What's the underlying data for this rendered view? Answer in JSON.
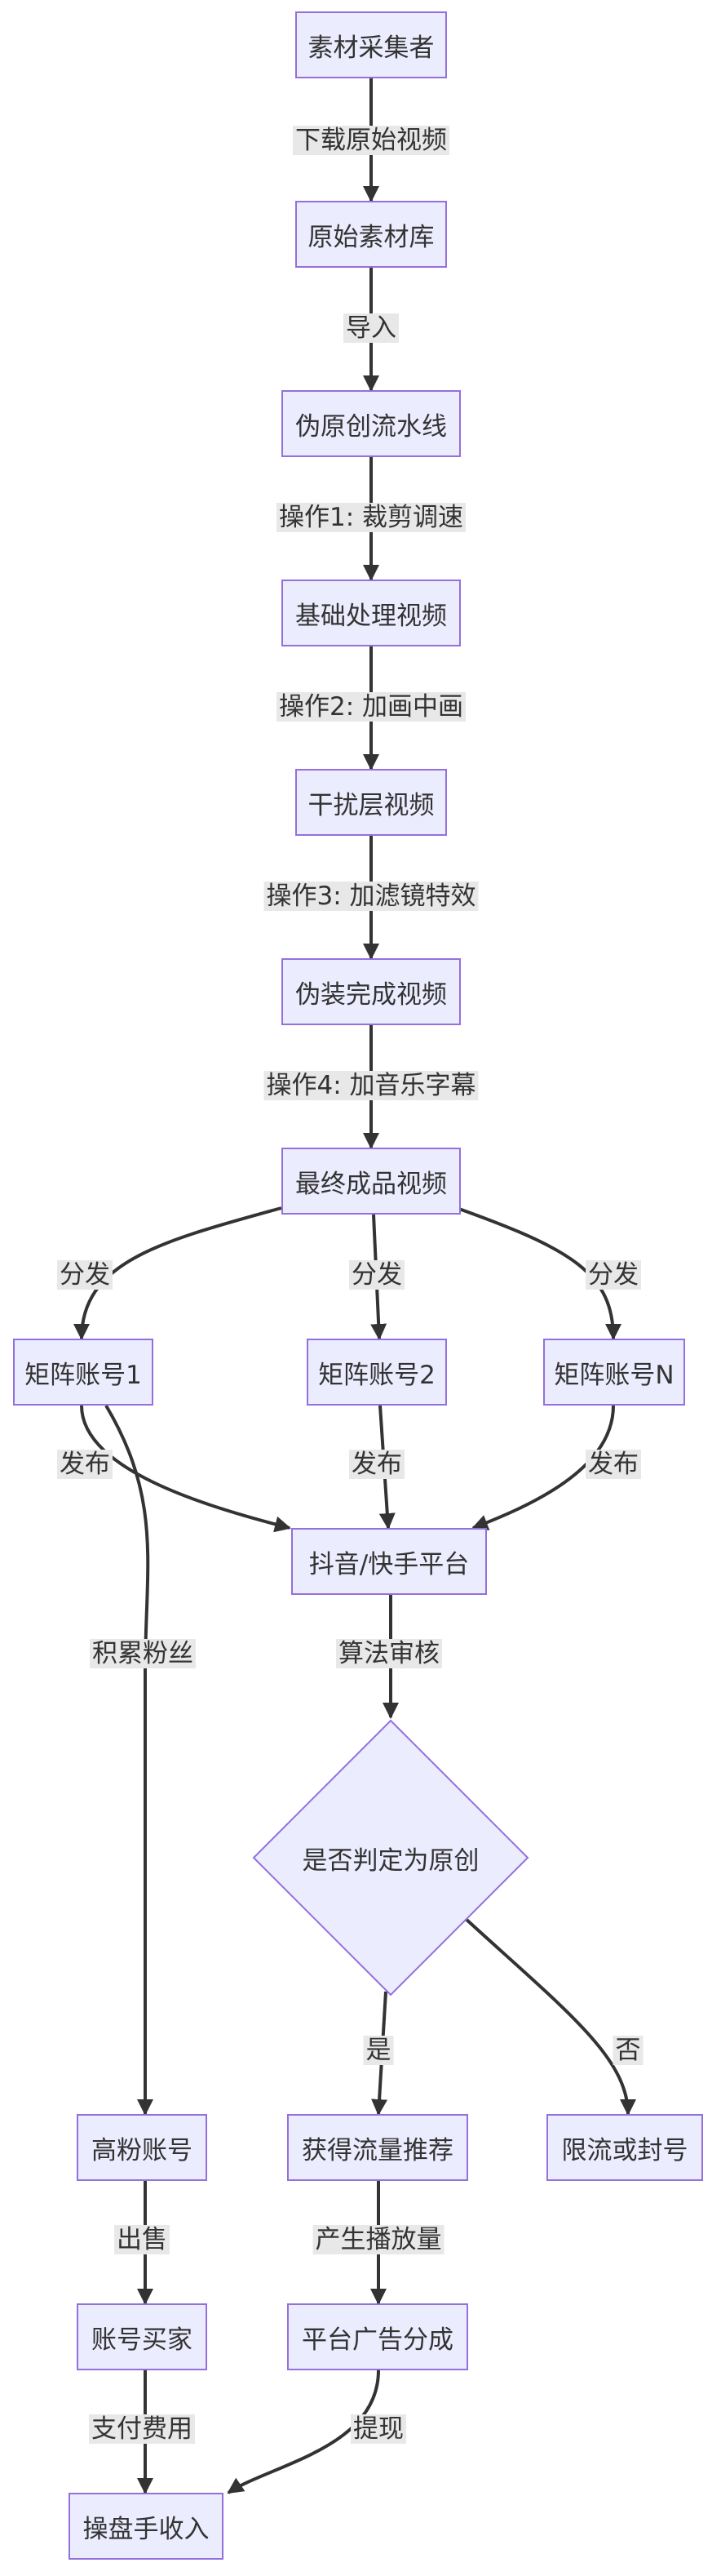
{
  "nodes": {
    "collector": "素材采集者",
    "raw_library": "原始素材库",
    "pipeline": "伪原创流水线",
    "basic_video": "基础处理视频",
    "interference": "干扰层视频",
    "disguised": "伪装完成视频",
    "final_video": "最终成品视频",
    "account_1": "矩阵账号1",
    "account_2": "矩阵账号2",
    "account_n": "矩阵账号N",
    "platform": "抖音/快手平台",
    "decision": "是否判定为原创",
    "high_fans": "高粉账号",
    "traffic": "获得流量推荐",
    "limited": "限流或封号",
    "buyer": "账号买家",
    "ad_share": "平台广告分成",
    "income": "操盘手收入"
  },
  "edges": {
    "download": "下载原始视频",
    "import": "导入",
    "op1": "操作1: 裁剪调速",
    "op2": "操作2: 加画中画",
    "op3": "操作3: 加滤镜特效",
    "op4": "操作4: 加音乐字幕",
    "distribute_1": "分发",
    "distribute_2": "分发",
    "distribute_n": "分发",
    "publish_1": "发布",
    "publish_2": "发布",
    "publish_n": "发布",
    "accumulate_fans": "积累粉丝",
    "review": "算法审核",
    "yes": "是",
    "no": "否",
    "sell": "出售",
    "views": "产生播放量",
    "pay": "支付费用",
    "withdraw": "提现"
  },
  "colors": {
    "node_fill": "#ececff",
    "node_border": "#9370db",
    "edge": "#333333",
    "label_bg": "#e8e8e8"
  }
}
